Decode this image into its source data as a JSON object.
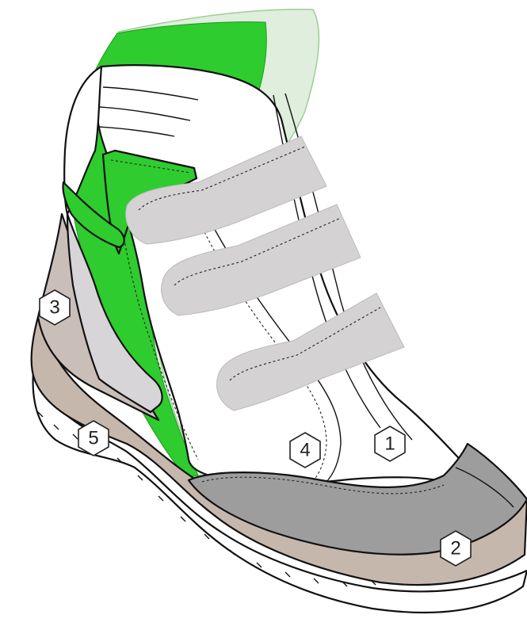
{
  "colors": {
    "green": "#2ecc2e",
    "green_light": "#dfeedd",
    "gray_strap": "#d4d2d2",
    "toe_cap": "#9d9d9d",
    "sole_band": "#c6b7ad",
    "heel_panel": "#c9bfb8",
    "heel_tab": "#d7d5d8",
    "outline": "#111111"
  },
  "callouts": [
    {
      "id": "1",
      "label": "1",
      "part": "white-upper"
    },
    {
      "id": "2",
      "label": "2",
      "part": "sole-band"
    },
    {
      "id": "3",
      "label": "3",
      "part": "heel-counter"
    },
    {
      "id": "4",
      "label": "4",
      "part": "inner-quarter"
    },
    {
      "id": "5",
      "label": "5",
      "part": "outsole"
    }
  ]
}
